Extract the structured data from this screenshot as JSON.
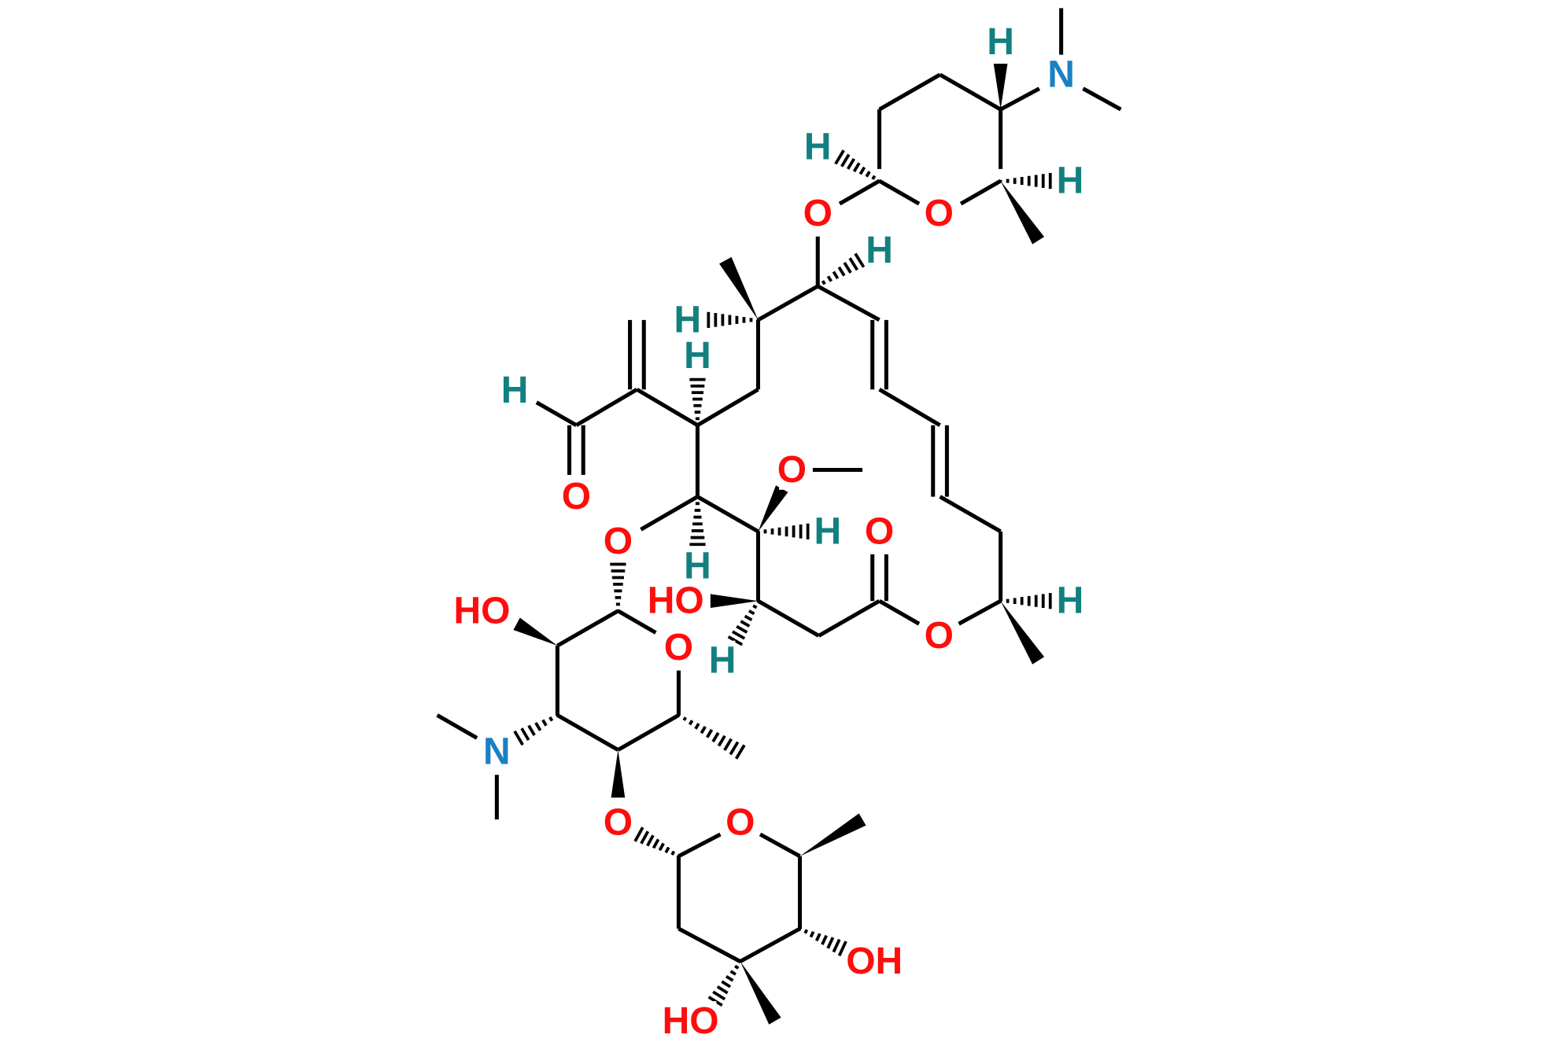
{
  "title": "Chemical structure diagram of a macrolide glycoside",
  "colors": {
    "oxygen": "#ff0d0d",
    "nitrogen": "#1b7fc4",
    "hydrogen": "#13807f",
    "bond": "#000000"
  },
  "labels": [
    {
      "text": "H",
      "element": "hydrogen"
    },
    {
      "text": "N",
      "element": "nitrogen"
    },
    {
      "text": "H",
      "element": "hydrogen"
    },
    {
      "text": "O",
      "element": "oxygen"
    },
    {
      "text": "H",
      "element": "hydrogen"
    },
    {
      "text": "O",
      "element": "oxygen"
    },
    {
      "text": "H",
      "element": "hydrogen"
    },
    {
      "text": "H",
      "element": "hydrogen"
    },
    {
      "text": "H",
      "element": "hydrogen"
    },
    {
      "text": "H",
      "element": "hydrogen"
    },
    {
      "text": "O",
      "element": "oxygen"
    },
    {
      "text": "O",
      "element": "oxygen"
    },
    {
      "text": "O",
      "element": "oxygen"
    },
    {
      "text": "H",
      "element": "hydrogen"
    },
    {
      "text": "H",
      "element": "hydrogen"
    },
    {
      "text": "O",
      "element": "oxygen"
    },
    {
      "text": "HO",
      "element": "oxygen"
    },
    {
      "text": "H",
      "element": "hydrogen"
    },
    {
      "text": "O",
      "element": "oxygen"
    },
    {
      "text": "H",
      "element": "hydrogen"
    },
    {
      "text": "HO",
      "element": "oxygen"
    },
    {
      "text": "O",
      "element": "oxygen"
    },
    {
      "text": "N",
      "element": "nitrogen"
    },
    {
      "text": "O",
      "element": "oxygen"
    },
    {
      "text": "O",
      "element": "oxygen"
    },
    {
      "text": "OH",
      "element": "oxygen"
    },
    {
      "text": "HO",
      "element": "oxygen"
    }
  ]
}
